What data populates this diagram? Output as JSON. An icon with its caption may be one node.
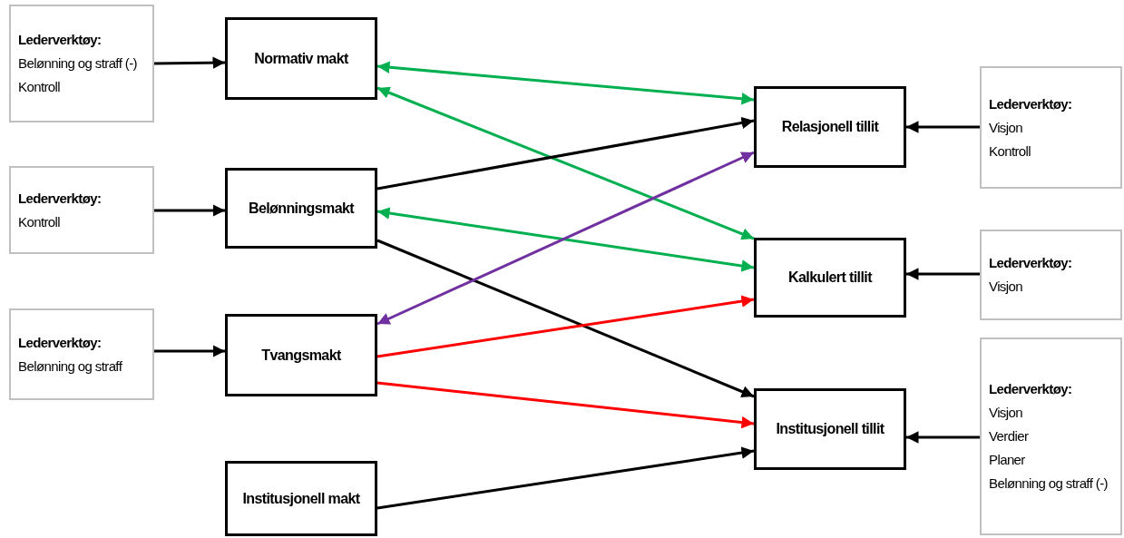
{
  "diagram": {
    "nodes": [
      {
        "text": [
          "Lederverktøy:",
          "Belønning og straff (-)",
          "Kontroll"
        ]
      },
      {
        "text": [
          "Normativ makt"
        ]
      },
      {
        "text": [
          "Lederverktøy:",
          "Kontroll"
        ]
      },
      {
        "text": [
          "Belønningsmakt"
        ]
      },
      {
        "text": [
          "Lederverktøy:",
          "Belønning og straff"
        ]
      },
      {
        "text": [
          "Tvangsmakt"
        ]
      },
      {
        "text": [
          "Institusjonell makt"
        ]
      },
      {
        "text": [
          "Relasjonell tillit"
        ]
      },
      {
        "text": [
          "Lederverktøy:",
          "Visjon",
          "Kontroll"
        ]
      },
      {
        "text": [
          "Kalkulert tillit"
        ]
      },
      {
        "text": [
          "Lederverktøy:",
          "Visjon"
        ]
      },
      {
        "text": [
          "Institusjonell tillit"
        ]
      },
      {
        "text": [
          "Lederverktøy:",
          "Visjon",
          "Verdier",
          "Planer",
          "Belønning og straff (-)"
        ]
      }
    ],
    "edges": [
      {
        "from": 0,
        "to": 1,
        "arrow": "to"
      },
      {
        "from": 2,
        "to": 3,
        "arrow": "to"
      },
      {
        "from": 4,
        "to": 5,
        "arrow": "to"
      },
      {
        "from": 8,
        "to": 7,
        "arrow": "to"
      },
      {
        "from": 10,
        "to": 9,
        "arrow": "to"
      },
      {
        "from": 12,
        "to": 11,
        "arrow": "to"
      },
      {
        "from": 1,
        "to": 7,
        "arrow": "both",
        "color": "#00b050"
      },
      {
        "from": 1,
        "to": 9,
        "arrow": "both",
        "color": "#00b050"
      },
      {
        "from": 3,
        "to": 9,
        "arrow": "both",
        "color": "#00b050"
      },
      {
        "from": 3,
        "to": 7,
        "arrow": "to"
      },
      {
        "from": 3,
        "to": 11,
        "arrow": "to"
      },
      {
        "from": 5,
        "to": 7,
        "arrow": "both",
        "color": "#7030a0"
      },
      {
        "from": 5,
        "to": 9,
        "arrow": "to",
        "color": "#ff0000"
      },
      {
        "from": 5,
        "to": 11,
        "arrow": "to",
        "color": "#ff0000"
      },
      {
        "from": 6,
        "to": 11,
        "arrow": "to"
      }
    ]
  }
}
